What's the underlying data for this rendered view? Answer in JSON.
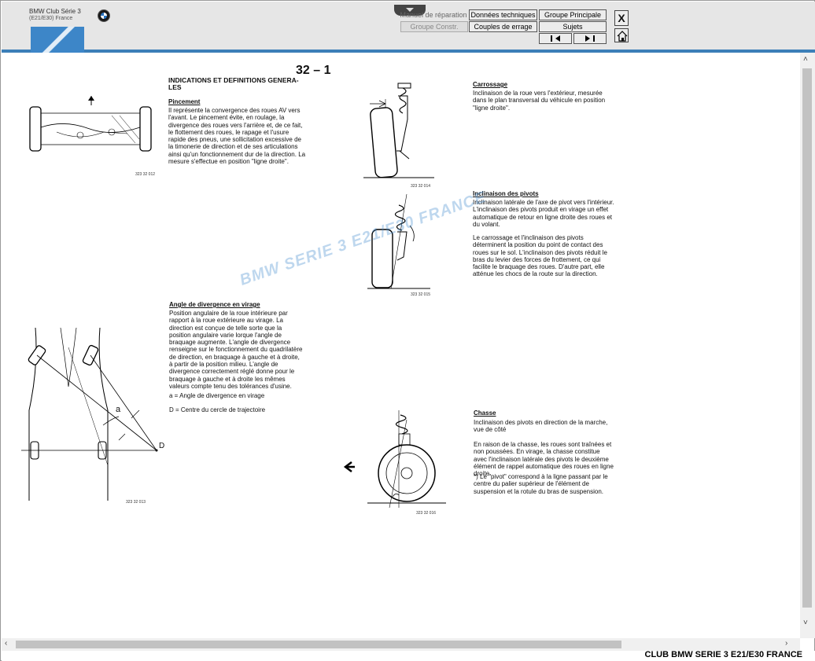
{
  "header": {
    "club_name": "BMW Club Série 3",
    "club_sub": "(E21/E30) France",
    "buttons": {
      "manuel": "Manuel de réparation",
      "donnees": "Données techniques",
      "groupe_principale": "Groupe Principale",
      "groupe_constr": "Groupe Constr.",
      "couples": "Couples de errage",
      "sujets": "Sujets",
      "close": "X"
    }
  },
  "page": {
    "page_number": "32 – 1",
    "watermark": "BMW SERIE 3 E21/E30 FRANCE",
    "main_title": "INDICATIONS ET DEFINITIONS GENERA-LES",
    "pincement": {
      "title": "Pincement",
      "text": "Il représente la convergence des roues AV vers l'avant. Le pincement évite, en roulage, la divergence des roues vers l'arrière et, de ce fait, le flottement des roues, le rapage et l'usure rapide des pneus, une sollicitation excessive de la timonerie de direction et de ses articulations ainsi qu'un fonctionnement dur de la direction. La mesure s'effectue en position \"ligne droite\"."
    },
    "angle": {
      "title": "Angle de divergence en virage",
      "text": "Position angulaire de la roue intérieure par rapport à la roue extérieure au virage. La direction est conçue de telle sorte que la position angulaire varie lorque l'angle de braquage augmente. L'angle de divergence renseigne sur le fonctionnement du quadrilatère de direction, en braquage à gauche et à droite, à partir de la position milieu. L'angle de divergence correctement réglé donne pour le braquage à gauche et à droite les mêmes valeurs compte tenu des tolérances d'usine.",
      "legend_a": "a  =  Angle de divergence en virage",
      "legend_d": "D = Centre du cercle de trajectoire"
    },
    "carrossage": {
      "title": "Carrossage",
      "text": "Inclinaison de la roue vers l'extérieur, mesurée dans le plan transversal du véhicule en position \"ligne droite\"."
    },
    "pivots": {
      "title": "Inclinaison des pivots",
      "text1": "Inclinaison latérale de l'axe de pivot vers l'intérieur. L'inclinaison des pivots produit en virage un effet automatique de retour en ligne droite des roues et du volant.",
      "text2": "Le carrossage et l'inclinaison des pivots déterminent la position du point de contact des roues sur le sol. L'inclinaison des pivots réduit le bras du levier des forces de frottement, ce qui facilite le braquage des roues. D'autre part, elle atténue les chocs de la route sur la direction."
    },
    "chasse": {
      "title": "Chasse",
      "text1": "Inclinaison des pivots en direction de la marche, vue de côté",
      "text2": "En raison de la chasse, les roues sont traînées et non poussées. En virage, la chasse constitue avec l'inclinaison latérale des pivots le deuxième élément de rappel automatique des roues en ligne droite.",
      "text3": "*)  Le \"pivot\" correspond à la ligne passant par le centre du palier supérieur de l'élément de suspension et la rotule du bras de suspension."
    },
    "figure_codes": {
      "fig1": "323 32 012",
      "fig2": "323 32 013",
      "fig3": "323 32 014",
      "fig4": "323 32 015",
      "fig5": "323 32 016"
    },
    "labels": {
      "a": "a",
      "d": "D"
    }
  },
  "footer": {
    "text": "CLUB BMW SERIE 3 E21/E30 FRANCE"
  }
}
